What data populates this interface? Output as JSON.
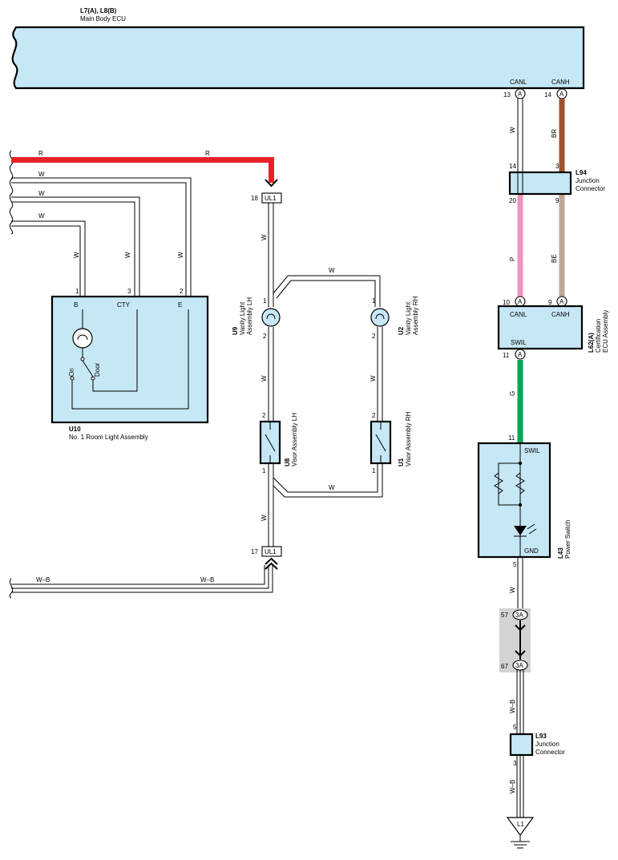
{
  "ecu": {
    "code": "L7(A), L8(B)",
    "name": "Main Body ECU",
    "pin_canl": "CANL",
    "pin_canh": "CANH",
    "num_13": "13",
    "num_14": "14",
    "conn": "A"
  },
  "wires": {
    "R": "R",
    "W": "W",
    "BR": "BR",
    "P": "P",
    "BE": "BE",
    "G": "G",
    "WB": "W–B"
  },
  "wire_colors": {
    "red": "#e8202a",
    "brown": "#a0522d",
    "pink": "#f290c0",
    "beige": "#c0a899",
    "green": "#00a651",
    "white": "#ffffff",
    "box_fill": "#c6e7f5",
    "joint_fill": "#d3d3d3"
  },
  "l94": {
    "code": "L94",
    "line1": "Junction",
    "line2": "Connector",
    "p14": "14",
    "p3": "3",
    "p20": "20",
    "p9": "9"
  },
  "l62": {
    "code": "L62(A)",
    "line1": "Certification",
    "line2": "ECU Assembly",
    "canl": "CANL",
    "canh": "CANH",
    "swil": "SWIL",
    "p10": "10",
    "p9": "9",
    "p11": "11",
    "conn": "A"
  },
  "l43": {
    "code": "L43",
    "name": "Power Switch",
    "swil": "SWIL",
    "gnd": "GND",
    "p11": "11",
    "p5": "5"
  },
  "joint3a": {
    "conn": "3A",
    "p57": "57",
    "p67": "67"
  },
  "l93": {
    "code": "L93",
    "line1": "Junction",
    "line2": "Connector",
    "p5": "5",
    "p3": "3"
  },
  "ground": {
    "label": "L1"
  },
  "u10": {
    "code": "U10",
    "name": "No. 1 Room Light Assembly",
    "b": "B",
    "cty": "CTY",
    "e": "E",
    "p1": "1",
    "p3": "3",
    "p2": "2",
    "on": "On",
    "door": "Door"
  },
  "ul1": {
    "label": "UL1",
    "p18": "18",
    "p17": "17"
  },
  "u9": {
    "code": "U9",
    "line1": "Vanity Light",
    "line2": "Assembly LH",
    "p1": "1",
    "p2": "2"
  },
  "u2": {
    "code": "U2",
    "line1": "Vanity Light",
    "line2": "Assembly RH",
    "p1": "1",
    "p2": "2"
  },
  "u8": {
    "code": "U8",
    "name": "Visor Assembly LH",
    "p2": "2",
    "p1": "1"
  },
  "u1": {
    "code": "U1",
    "name": "Visor Assembly RH",
    "p2": "2",
    "p1": "1"
  }
}
